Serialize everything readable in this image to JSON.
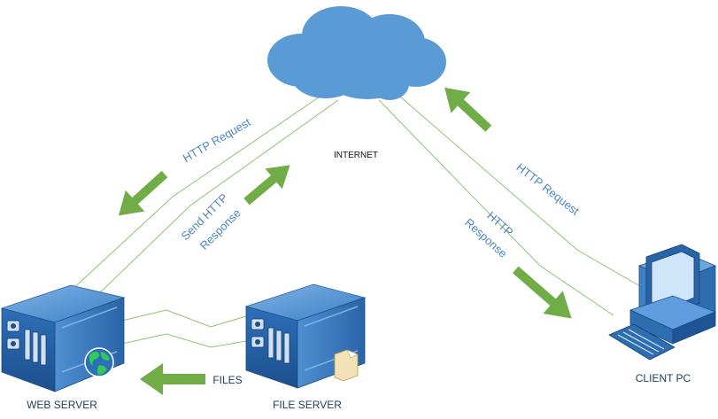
{
  "labels": {
    "internet": "INTERNET",
    "web_server": "WEB SERVER",
    "file_server": "FILE SERVER",
    "client_pc": "CLIENT PC",
    "http_request_left": "HTTP Request",
    "send_http": "Send HTTP",
    "response_left": "Response",
    "http_request_right": "HTTP Request",
    "http_right": "HTTP",
    "response_right": "Response",
    "files": "FILES"
  },
  "colors": {
    "cloud": "#5b9bd5",
    "arrow": "#70ad47",
    "link_line": "#8cc56e",
    "label_blue": "#4a86c5",
    "server_blue": "#2f6db1"
  }
}
